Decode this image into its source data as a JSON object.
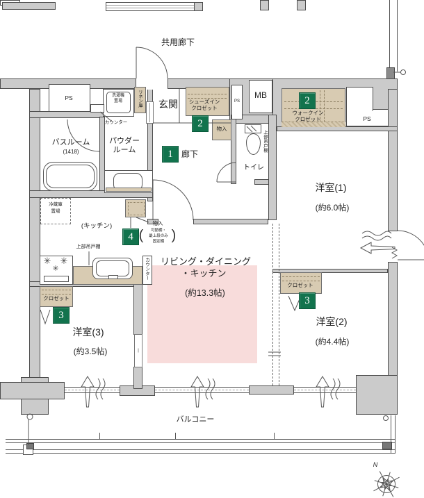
{
  "context": {
    "common_corridor": "共用廊下",
    "north": "N"
  },
  "entrance": {
    "genkan": "玄関",
    "hallway": "廊下",
    "shoes_closet1": "シューズイン",
    "shoes_closet2": "クロゼット",
    "storage": "物入",
    "mb": "MB",
    "ps": "PS"
  },
  "sanitary": {
    "bathroom": "バスルーム",
    "bathroom_size": "(1418)",
    "powder1": "パウダー",
    "powder2": "ルーム",
    "washer1": "洗濯機",
    "washer2": "置場",
    "linen": "リネン庫",
    "counter": "カウンター",
    "toilet": "トイレ",
    "upper_shelf": "上部吊戸棚"
  },
  "kitchen": {
    "label": "(キッチン)",
    "fridge1": "冷蔵庫",
    "fridge2": "置場",
    "upper_shelf": "上部吊戸棚",
    "counter": "カウンター",
    "storage": "物入",
    "note1": "可動棚・",
    "note2": "最上段のみ",
    "note3": "固定棚",
    "paren_open": "(",
    "paren_close": ")"
  },
  "ldk": {
    "name1": "リビング・ダイニング",
    "name2": "・キッチン",
    "size": "(約13.3帖)"
  },
  "rooms": {
    "r1_name": "洋室(1)",
    "r1_size": "(約6.0帖)",
    "r2_name": "洋室(2)",
    "r2_size": "(約4.4帖)",
    "r3_name": "洋室(3)",
    "r3_size": "(約3.5帖)",
    "closet": "クロゼット",
    "walk_in1": "ウォークイン",
    "walk_in2": "クロゼット"
  },
  "balcony": {
    "label": "バルコニー"
  },
  "badges": {
    "hallway": "1",
    "shoes": "2",
    "walk_in": "2",
    "closet_r2": "3",
    "closet_r3": "3",
    "kitchen_storage": "4"
  },
  "colors": {
    "badge_green": "#12734d",
    "closet_beige": "#d8cbb2",
    "ldk_pink": "#f8dcdb",
    "wall_gray": "#cbcbcb",
    "vent_orange": "#f2a63a",
    "vent_blue": "#4f93d6"
  }
}
